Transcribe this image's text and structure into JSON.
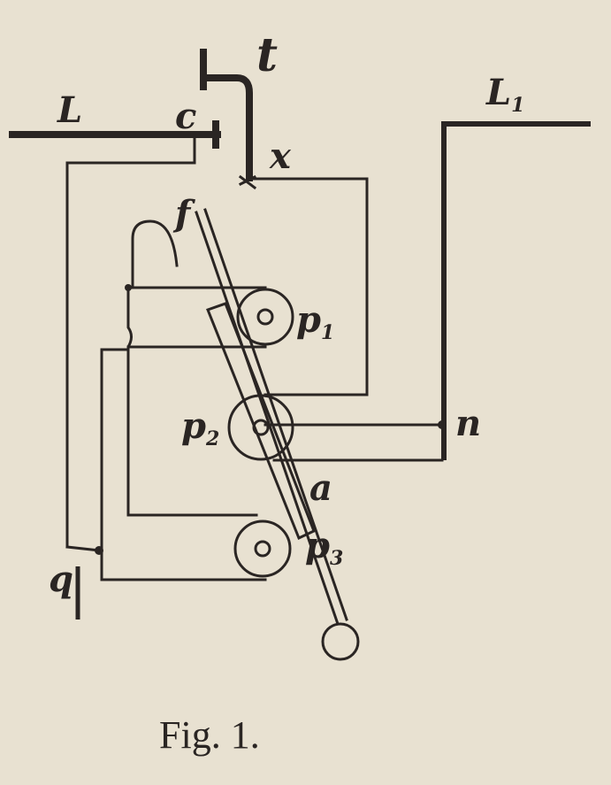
{
  "figure": {
    "caption": "Fig. 1.",
    "labels": {
      "line_left": "L",
      "line_right": "L",
      "line_right_sub": "1",
      "t": "t",
      "c": "c",
      "x": "x",
      "f": "f",
      "p": "p",
      "p1_sub": "1",
      "p2_sub": "2",
      "p3_sub": "3",
      "n": "n",
      "a": "a",
      "q": "q"
    }
  }
}
